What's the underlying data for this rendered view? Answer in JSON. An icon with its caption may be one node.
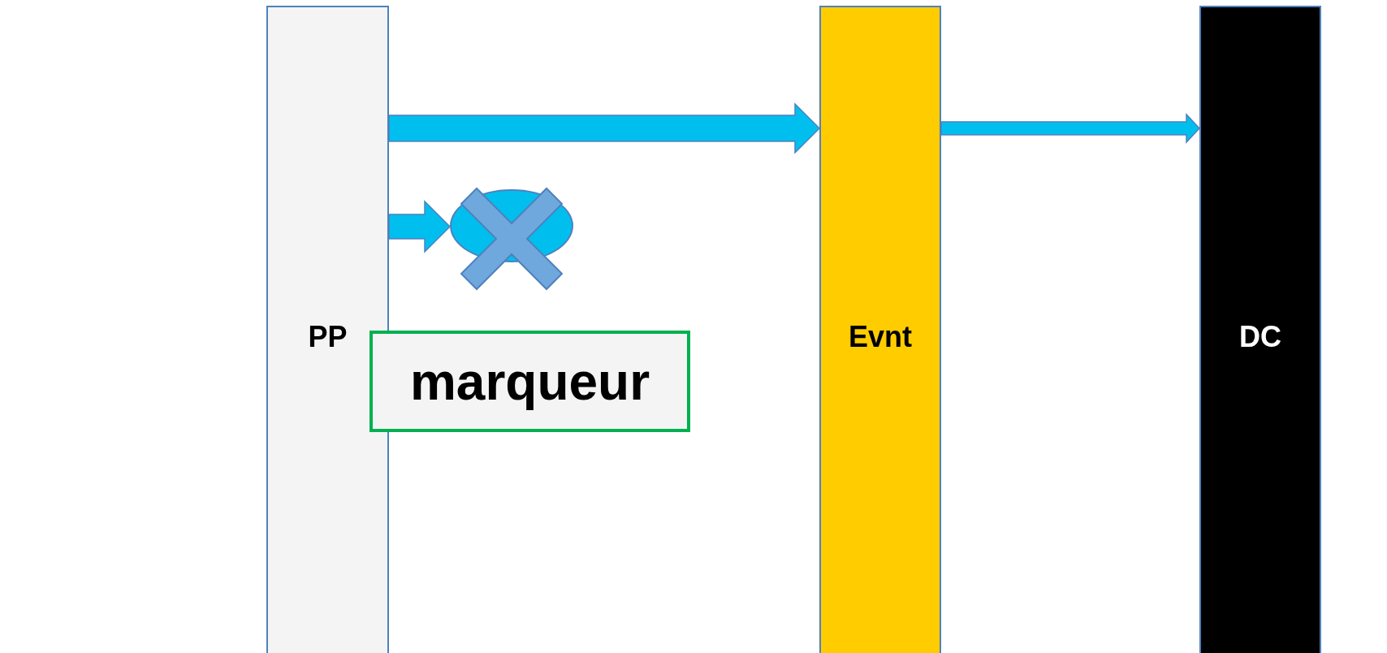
{
  "diagram": {
    "nodes": [
      {
        "text": [
          "PP"
        ]
      },
      {
        "text": [
          "Evnt"
        ]
      },
      {
        "text": [
          "DC"
        ]
      },
      {
        "text": [],
        "shape": "circle"
      },
      {
        "text": [
          "marqueur"
        ]
      }
    ],
    "edges": [
      {
        "from": 0,
        "to": 1,
        "arrow": "to"
      },
      {
        "from": 1,
        "to": 2,
        "arrow": "to"
      },
      {
        "from": 0,
        "to": 3,
        "arrow": "to"
      }
    ]
  }
}
